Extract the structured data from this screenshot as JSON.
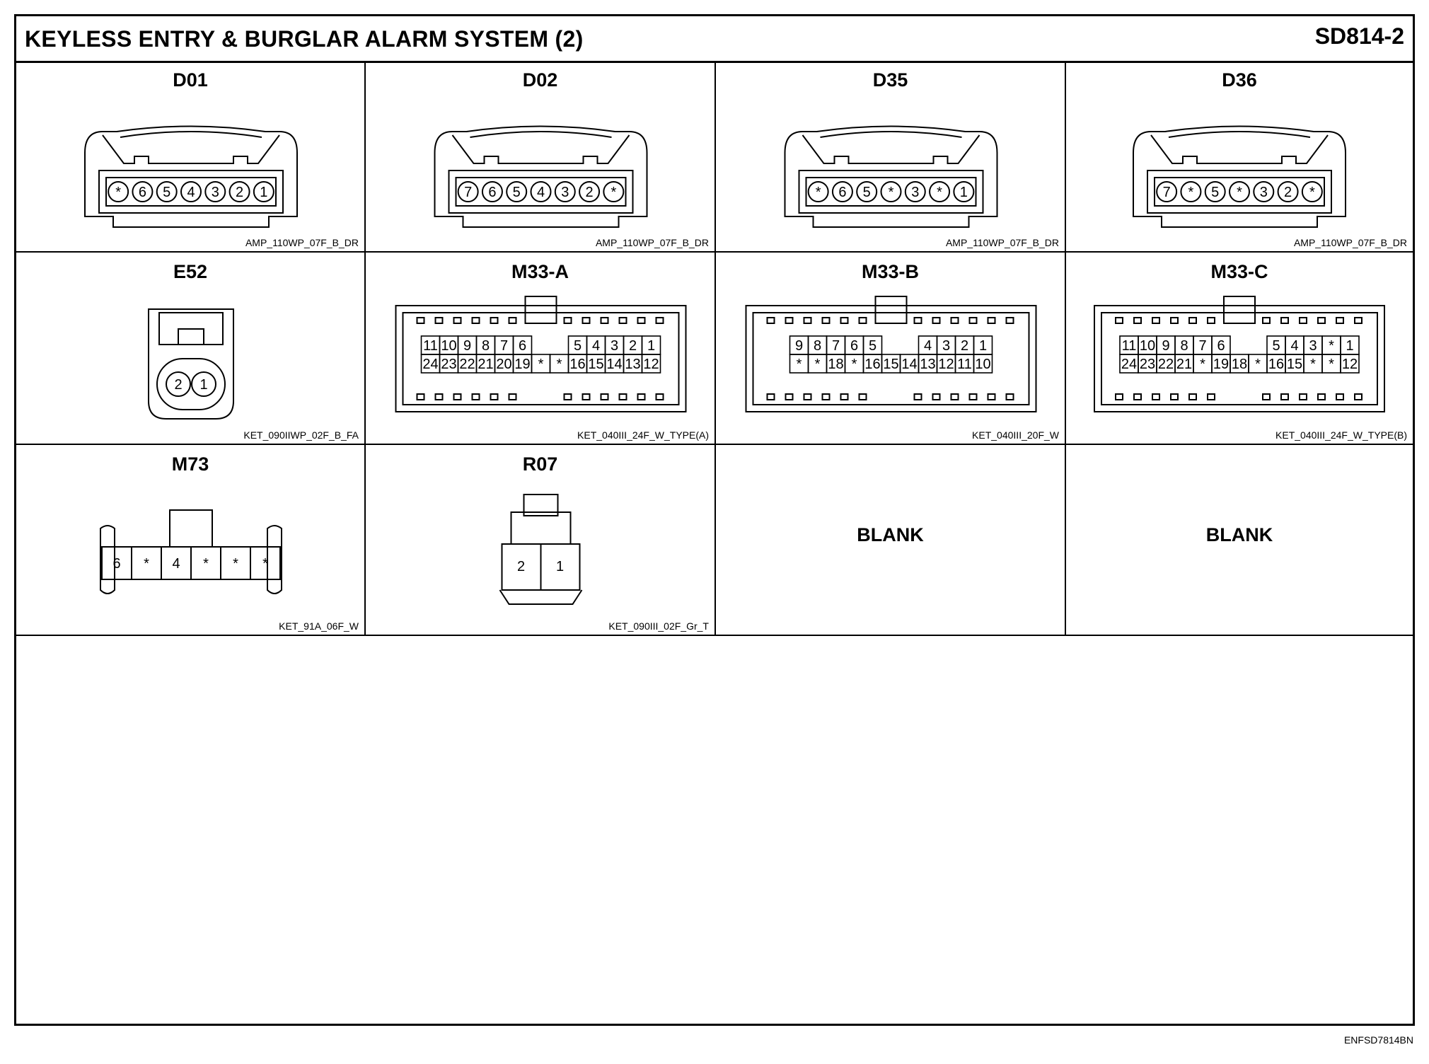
{
  "header": {
    "title": "KEYLESS ENTRY & BURGLAR ALARM SYSTEM (2)",
    "code": "SD814-2"
  },
  "connectors": [
    {
      "label": "D01",
      "part": "AMP_110WP_07F_B_DR",
      "style": "amp",
      "pins": [
        "*",
        "6",
        "5",
        "4",
        "3",
        "2",
        "1"
      ]
    },
    {
      "label": "D02",
      "part": "AMP_110WP_07F_B_DR",
      "style": "amp",
      "pins": [
        "7",
        "6",
        "5",
        "4",
        "3",
        "2",
        "*"
      ]
    },
    {
      "label": "D35",
      "part": "AMP_110WP_07F_B_DR",
      "style": "amp",
      "pins": [
        "*",
        "6",
        "5",
        "*",
        "3",
        "*",
        "1"
      ]
    },
    {
      "label": "D36",
      "part": "AMP_110WP_07F_B_DR",
      "style": "amp",
      "pins": [
        "7",
        "*",
        "5",
        "*",
        "3",
        "2",
        "*"
      ]
    },
    {
      "label": "E52",
      "part": "KET_090IIWP_02F_B_FA",
      "style": "round2",
      "pins": [
        "2",
        "1"
      ]
    },
    {
      "label": "M33-A",
      "part": "KET_040III_24F_W_TYPE(A)",
      "style": "ket",
      "rows": [
        [
          "11",
          "10",
          "9",
          "8",
          "7",
          "6",
          "",
          "",
          "5",
          "4",
          "3",
          "2",
          "1"
        ],
        [
          "24",
          "23",
          "22",
          "21",
          "20",
          "19",
          "*",
          "*",
          "16",
          "15",
          "14",
          "13",
          "12"
        ]
      ]
    },
    {
      "label": "M33-B",
      "part": "KET_040III_20F_W",
      "style": "ket",
      "rows": [
        [
          "9",
          "8",
          "7",
          "6",
          "5",
          "",
          "",
          "4",
          "3",
          "2",
          "1"
        ],
        [
          "*",
          "*",
          "18",
          "*",
          "16",
          "15",
          "14",
          "13",
          "12",
          "11",
          "10"
        ]
      ]
    },
    {
      "label": "M33-C",
      "part": "KET_040III_24F_W_TYPE(B)",
      "style": "ket",
      "rows": [
        [
          "11",
          "10",
          "9",
          "8",
          "7",
          "6",
          "",
          "",
          "5",
          "4",
          "3",
          "*",
          "1"
        ],
        [
          "24",
          "23",
          "22",
          "21",
          "*",
          "19",
          "18",
          "*",
          "16",
          "15",
          "*",
          "*",
          "12"
        ]
      ]
    },
    {
      "label": "M73",
      "part": "KET_91A_06F_W",
      "style": "row6",
      "pins": [
        "6",
        "*",
        "4",
        "*",
        "*",
        "*"
      ]
    },
    {
      "label": "R07",
      "part": "KET_090III_02F_Gr_T",
      "style": "sq2",
      "pins": [
        "2",
        "1"
      ]
    },
    {
      "label": "",
      "part": "",
      "style": "blank",
      "blank_text": "BLANK"
    },
    {
      "label": "",
      "part": "",
      "style": "blank",
      "blank_text": "BLANK"
    }
  ],
  "footer": {
    "code": "ENFSD7814BN"
  }
}
